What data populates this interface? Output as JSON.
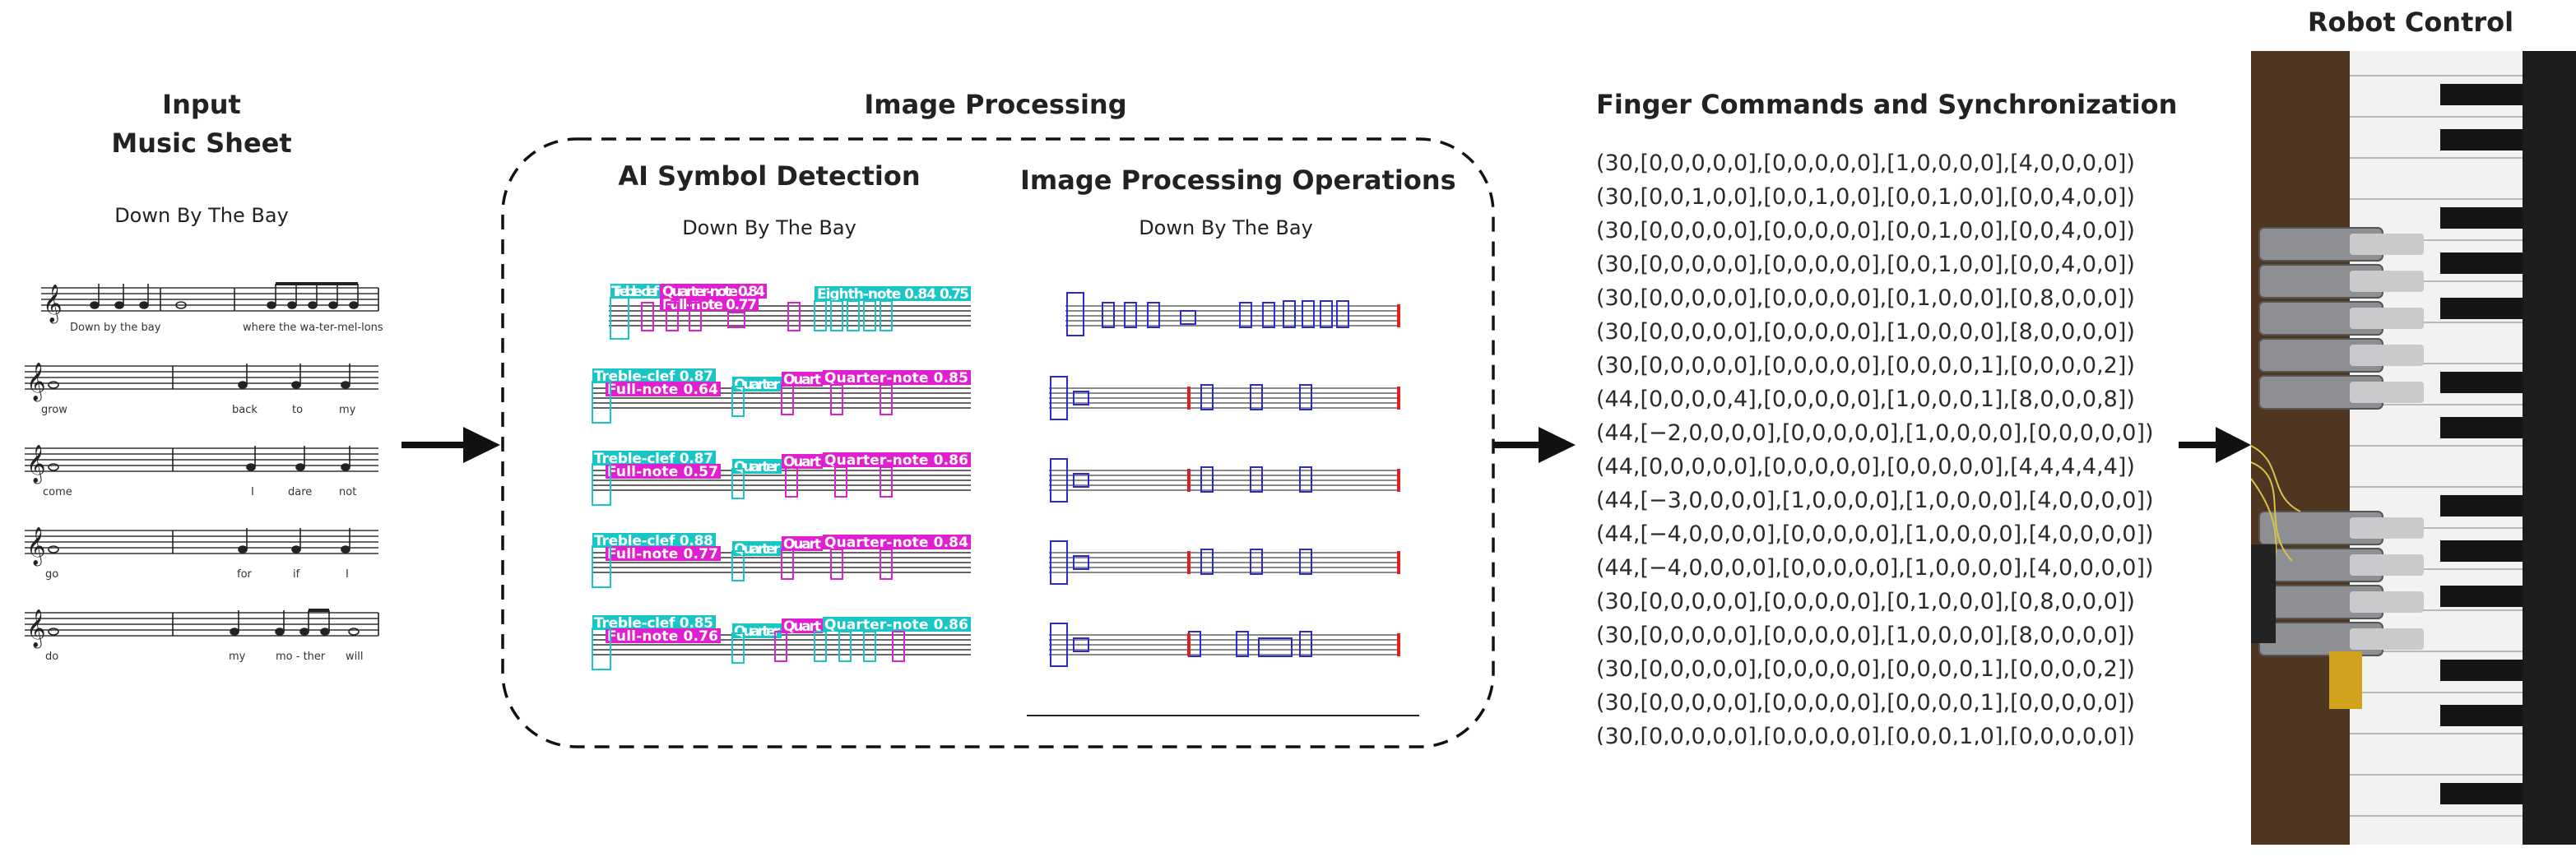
{
  "input": {
    "heading_line1": "Input",
    "heading_line2": "Music Sheet",
    "song_title": "Down By The Bay",
    "lyrics": [
      "Down by the bay",
      "where the wa-ter-mel-lons",
      "grow",
      "back",
      "to",
      "my",
      "come",
      "I",
      "dare",
      "not",
      "go",
      "for",
      "if",
      "I",
      "do",
      "my",
      "mo - ther",
      "will"
    ]
  },
  "processing": {
    "heading": "Image Processing",
    "ai_detection": {
      "heading": "AI Symbol Detection",
      "song_title": "Down By The Bay",
      "labels": [
        [
          "Treble-clef",
          "Quarter-note 0.84",
          "Full-note 0.77",
          "Eighth-note 0.84",
          "0.75"
        ],
        [
          "Treble-clef 0.87",
          "Full-note 0.64",
          "Quarter",
          "Quart",
          "Quarter-note 0.85"
        ],
        [
          "Treble-clef 0.87",
          "Full-note 0.57",
          "Quarter",
          "Quart",
          "Quarter-note 0.86"
        ],
        [
          "Treble-clef 0.88",
          "Full-note 0.77",
          "Quarter",
          "Quart",
          "Quarter-note 0.84"
        ],
        [
          "Treble-clef 0.85",
          "Full-note 0.76",
          "Quarter",
          "Quart",
          "Quarter-note 0.86"
        ]
      ]
    },
    "operations": {
      "heading": "Image Processing Operations",
      "song_title": "Down By The Bay"
    }
  },
  "commands": {
    "heading": "Finger Commands and Synchronization",
    "lines": [
      "(30,[0,0,0,0,0],[0,0,0,0,0],[1,0,0,0,0],[4,0,0,0,0])",
      "(30,[0,0,1,0,0],[0,0,1,0,0],[0,0,1,0,0],[0,0,4,0,0])",
      "(30,[0,0,0,0,0],[0,0,0,0,0],[0,0,1,0,0],[0,0,4,0,0])",
      "(30,[0,0,0,0,0],[0,0,0,0,0],[0,0,1,0,0],[0,0,4,0,0])",
      "(30,[0,0,0,0,0],[0,0,0,0,0],[0,1,0,0,0],[0,8,0,0,0])",
      "(30,[0,0,0,0,0],[0,0,0,0,0],[1,0,0,0,0],[8,0,0,0,0])",
      "(30,[0,0,0,0,0],[0,0,0,0,0],[0,0,0,0,1],[0,0,0,0,2])",
      "(44,[0,0,0,0,4],[0,0,0,0,0],[1,0,0,0,1],[8,0,0,0,8])",
      "(44,[−2,0,0,0,0],[0,0,0,0,0],[1,0,0,0,0],[0,0,0,0,0])",
      "(44,[0,0,0,0,0],[0,0,0,0,0],[0,0,0,0,0],[4,4,4,4,4])",
      "(44,[−3,0,0,0,0],[1,0,0,0,0],[1,0,0,0,0],[4,0,0,0,0])",
      "(44,[−4,0,0,0,0],[0,0,0,0,0],[1,0,0,0,0],[4,0,0,0,0])",
      "(44,[−4,0,0,0,0],[0,0,0,0,0],[1,0,0,0,0],[4,0,0,0,0])",
      "(30,[0,0,0,0,0],[0,0,0,0,0],[0,1,0,0,0],[0,8,0,0,0])",
      "(30,[0,0,0,0,0],[0,0,0,0,0],[1,0,0,0,0],[8,0,0,0,0])",
      "(30,[0,0,0,0,0],[0,0,0,0,0],[0,0,0,0,1],[0,0,0,0,2])",
      "(30,[0,0,0,0,0],[0,0,0,0,0],[0,0,0,0,1],[0,0,0,0,0])",
      "(30,[0,0,0,0,0],[0,0,0,0,0],[0,0,0,1,0],[0,0,0,0,0])"
    ]
  },
  "robot": {
    "heading": "Robot Control"
  },
  "colors": {
    "cyan_box": "#19c6c6",
    "magenta_box": "#e020d0",
    "blue_box": "#2a2ad0",
    "red_bar": "#e02020",
    "yellow_text": "#c8b400"
  }
}
